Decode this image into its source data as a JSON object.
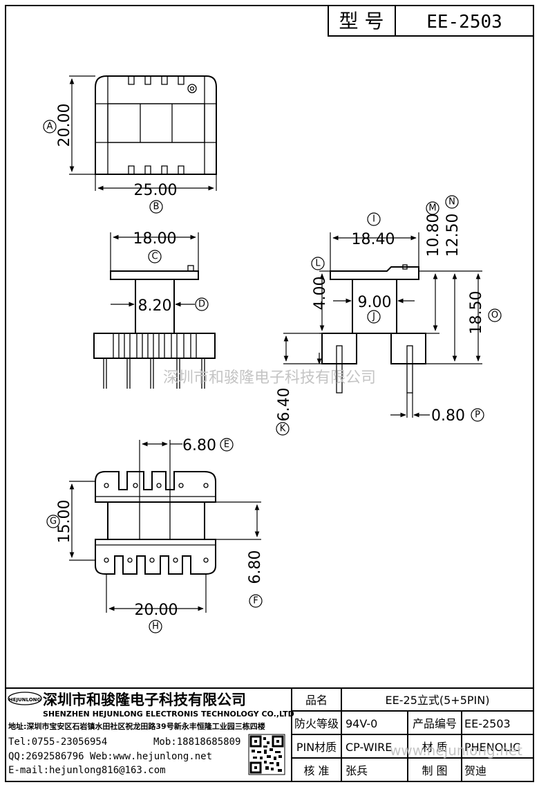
{
  "header": {
    "model_label": "型 号",
    "model_value": "EE-2503"
  },
  "dimensions": {
    "A": {
      "marker": "A",
      "value": "20.00"
    },
    "B": {
      "marker": "B",
      "value": "25.00"
    },
    "C": {
      "marker": "C",
      "value": "18.00"
    },
    "D": {
      "marker": "D",
      "value": "8.20"
    },
    "E": {
      "marker": "E",
      "value": "6.80"
    },
    "F": {
      "marker": "F",
      "value": "6.80"
    },
    "G": {
      "marker": "G",
      "value": "15.00"
    },
    "H": {
      "marker": "H",
      "value": "20.00"
    },
    "I": {
      "marker": "I",
      "value": "18.40"
    },
    "J": {
      "marker": "J",
      "value": "9.00"
    },
    "K": {
      "marker": "K",
      "value": "6.40"
    },
    "L": {
      "marker": "L",
      "value": "4.00"
    },
    "M": {
      "marker": "M",
      "value": "10.80"
    },
    "N": {
      "marker": "N",
      "value": "12.50"
    },
    "O": {
      "marker": "O",
      "value": "18.50"
    },
    "P": {
      "marker": "P",
      "value": "0.80"
    }
  },
  "watermark": "深圳市和骏隆电子科技有限公司",
  "watermark_url": "www.hejunlong.net",
  "company": {
    "logo_text": "HEJUNLONG",
    "name_cn": "深圳市和骏隆电子科技有限公司",
    "name_en": "SHENZHEN HEJUNLONG ELECTRONIS TECHNOLOGY CO.,LTD",
    "address": "地址:深圳市宝安区石岩镇水田社区祝龙田路39号新永丰恒隆工业园三栋四楼",
    "tel": "Tel:0755-23056954",
    "mob": "Mob:18818685809",
    "qq_web": "QQ:2692586796 Web:www.hejunlong.net",
    "email": "E-mail:hejunlong816@163.com"
  },
  "specs": {
    "name_label": "品名",
    "name_value": "EE-25立式(5+5PIN)",
    "fire_label": "防火等级",
    "fire_value": "94V-0",
    "code_label": "产品编号",
    "code_value": "EE-2503",
    "pin_label": "PIN材质",
    "pin_value": "CP-WIRE",
    "material_label": "材 质",
    "material_value": "PHENOLIC",
    "check_label": "核 准",
    "check_value": "张兵",
    "draw_label": "制 图",
    "draw_value": "贺迪"
  }
}
